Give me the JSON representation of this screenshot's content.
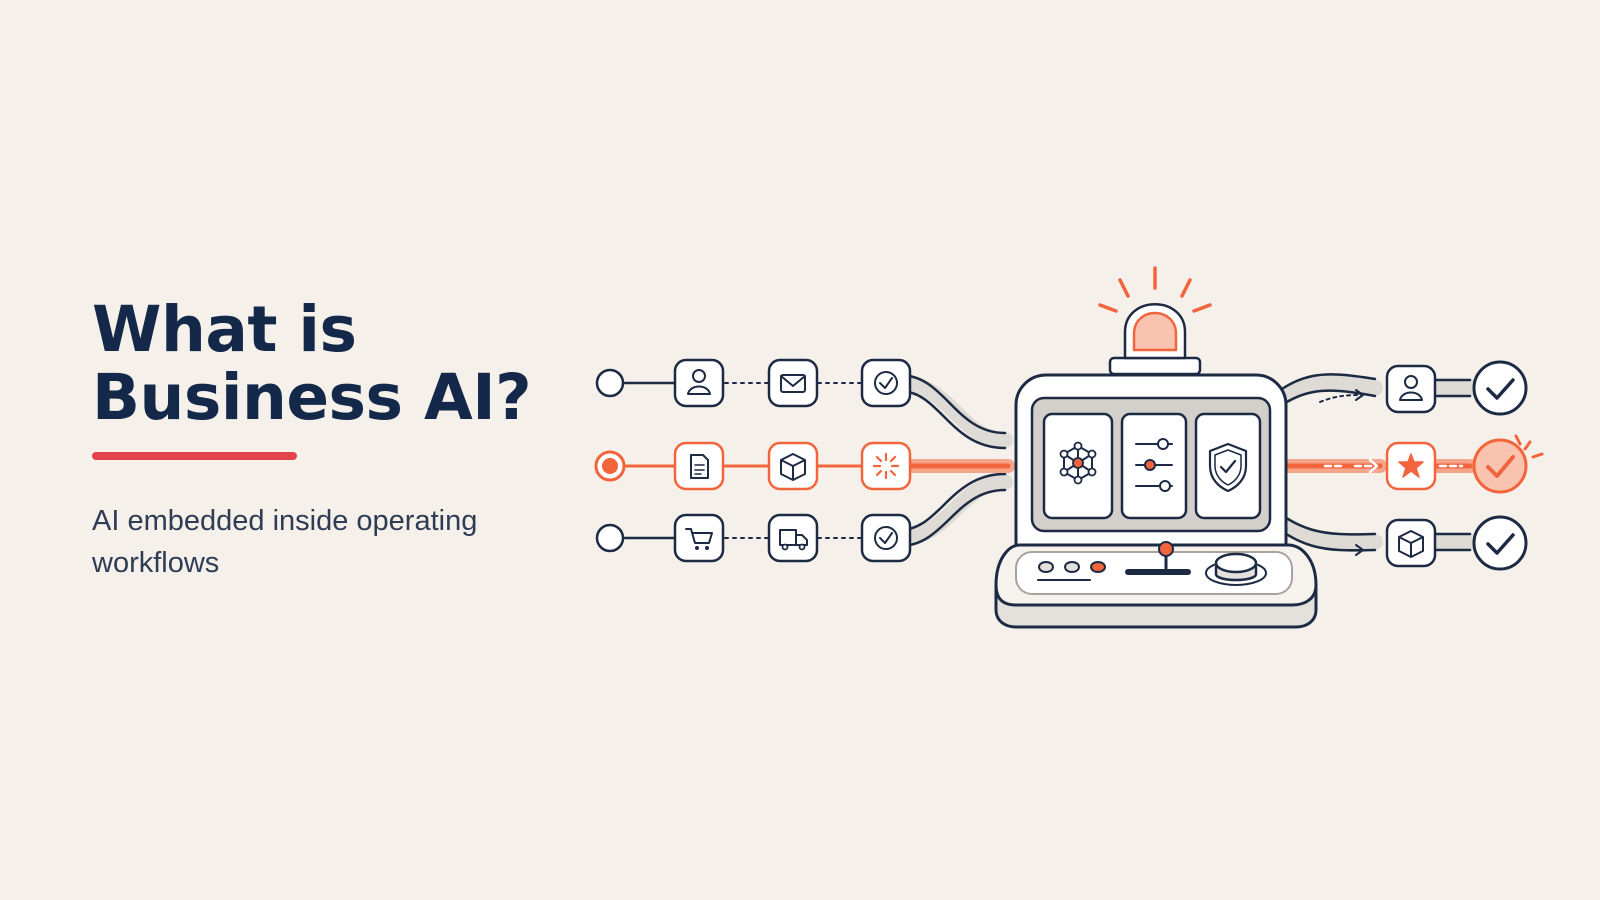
{
  "slide": {
    "title_line1": "What is",
    "title_line2": "Business AI?",
    "subtitle": "AI embedded inside operating workflows"
  },
  "colors": {
    "background": "#f5f1ea",
    "navy": "#14284a",
    "accent_red": "#e2424a",
    "orange": "#f2643c",
    "light_orange": "#f9c3b0",
    "track_gray": "#dedad5"
  },
  "workflows": {
    "rows": [
      {
        "highlighted": false,
        "steps": [
          "user-icon",
          "envelope-icon",
          "check-circle-icon"
        ],
        "outcome": [
          "user-icon",
          "checkmark-icon"
        ]
      },
      {
        "highlighted": true,
        "steps": [
          "document-icon",
          "box-icon",
          "sparkle-icon"
        ],
        "outcome": [
          "star-icon",
          "checkmark-icon"
        ]
      },
      {
        "highlighted": false,
        "steps": [
          "cart-icon",
          "truck-icon",
          "check-circle-icon"
        ],
        "outcome": [
          "box-icon",
          "checkmark-icon"
        ]
      }
    ],
    "machine": {
      "screens": [
        "network-icon",
        "sliders-icon",
        "shield-check-icon"
      ],
      "alarm": "alarm-light-icon",
      "controls": [
        "indicator-lights",
        "joystick-icon",
        "dial-button"
      ]
    }
  }
}
